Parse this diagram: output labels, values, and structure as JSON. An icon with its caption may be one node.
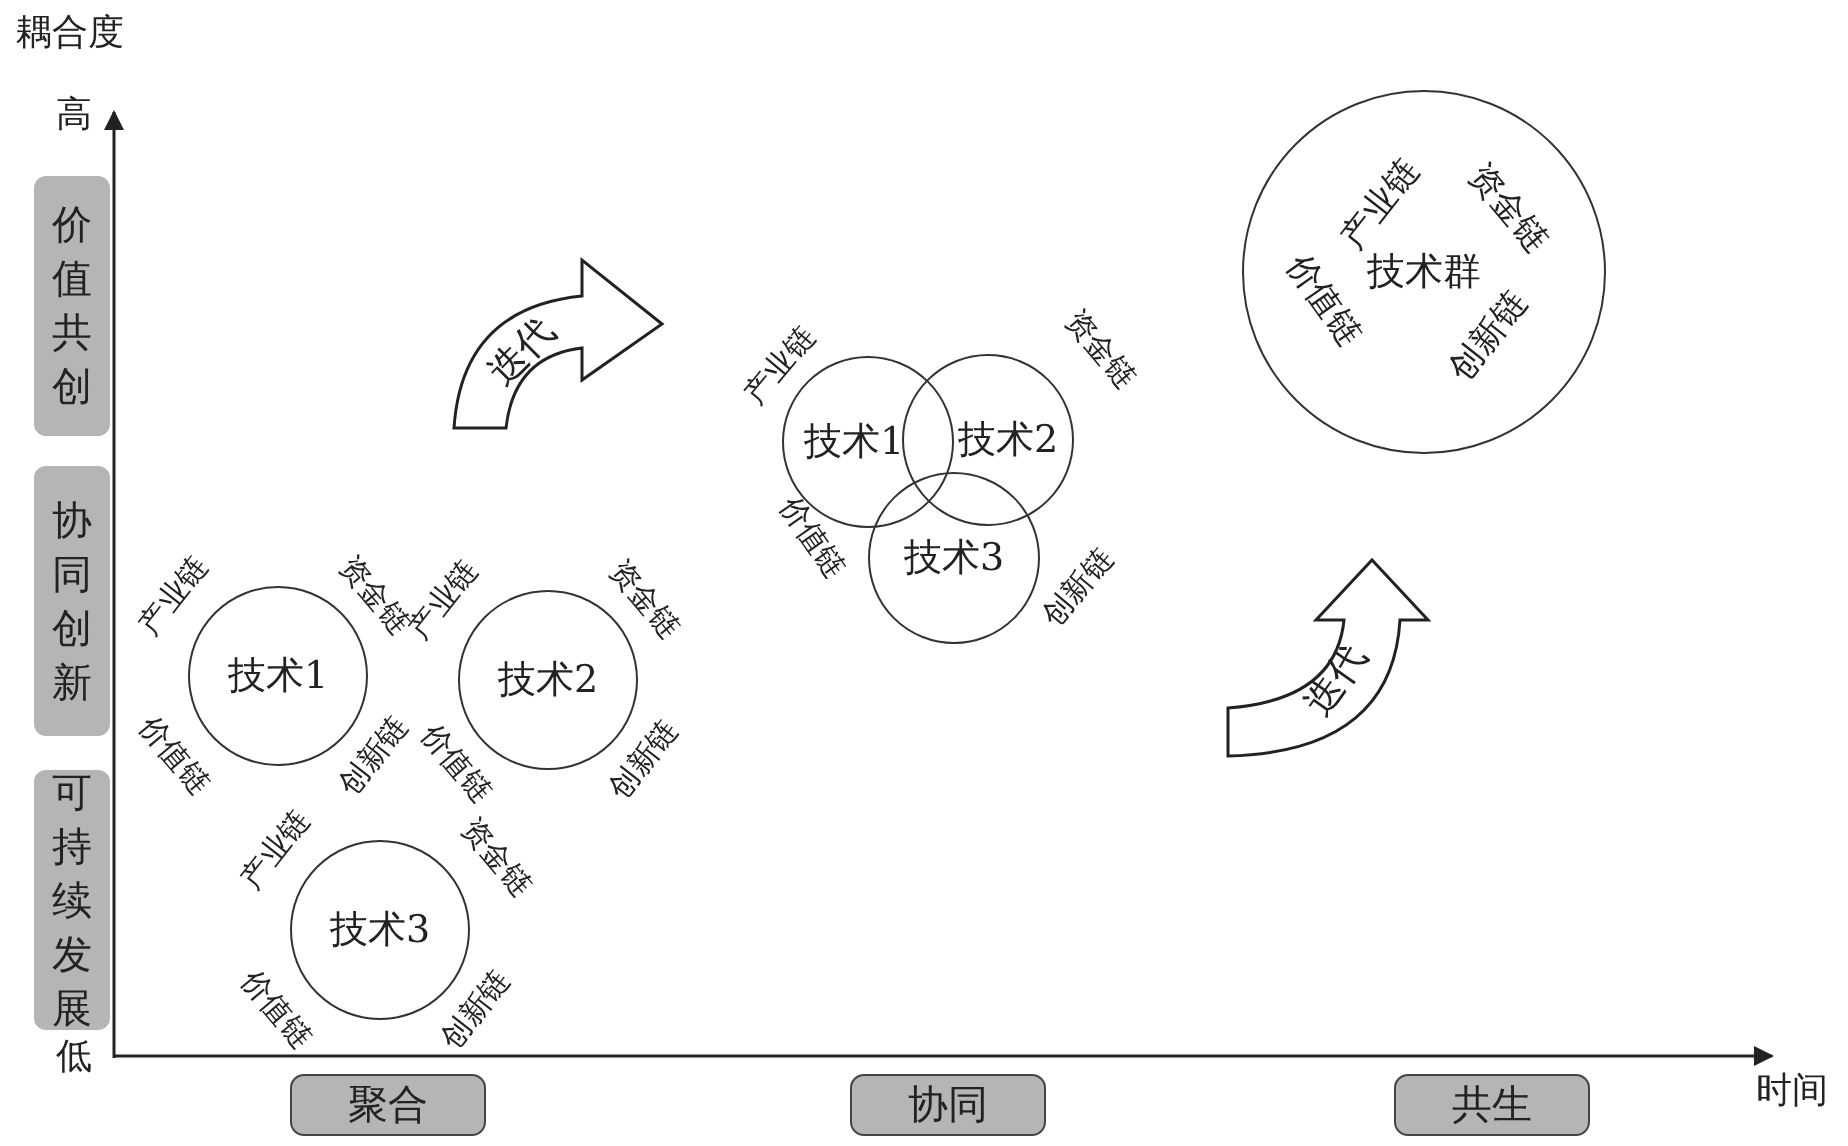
{
  "diagram": {
    "nodes": [
      {
        "text": [
          "价值共创"
        ]
      },
      {
        "text": [
          "协同创新"
        ]
      },
      {
        "text": [
          "可持续发展"
        ]
      },
      {
        "text": [
          "迭代"
        ]
      },
      {
        "text": [
          "技术1"
        ],
        "beside": [
          "产业链",
          "资金链",
          "价值链",
          "创新链"
        ]
      },
      {
        "text": [
          "技术2"
        ],
        "beside": [
          "产业链",
          "资金链",
          "价值链",
          "创新链"
        ]
      },
      {
        "text": [
          "技术3"
        ],
        "beside": [
          "产业链",
          "资金链",
          "价值链",
          "创新链"
        ]
      },
      {
        "text": [
          "技术1"
        ],
        "beside": [
          "产业链",
          "价值链"
        ]
      },
      {
        "text": [
          "技术2"
        ],
        "beside": [
          "资金链"
        ]
      },
      {
        "text": [
          "技术3"
        ],
        "beside": [
          "创新链"
        ]
      },
      {
        "text": [
          "技术群",
          "产业链",
          "资金链",
          "价值链",
          "创新链"
        ]
      },
      {
        "text": [
          "迭代"
        ]
      },
      {
        "text": [
          "聚合"
        ]
      },
      {
        "text": [
          "协同"
        ]
      },
      {
        "text": [
          "共生"
        ]
      }
    ],
    "edges": [],
    "labels": [
      "耦合度",
      "高",
      "低",
      "时间"
    ]
  }
}
